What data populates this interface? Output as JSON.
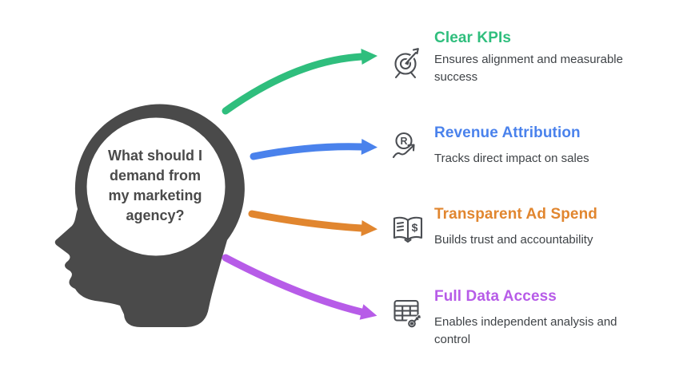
{
  "colors": {
    "background": "#FFFFFF",
    "head": "#4A4A4A",
    "icon": "#4B4E53",
    "text": "#3F4347"
  },
  "head": {
    "question": "What should I\ndemand from\nmy marketing\nagency?"
  },
  "items": [
    {
      "title": "Clear KPIs",
      "description": "Ensures alignment and measurable success",
      "color": "#2FBE7D",
      "icon": "target-arrow-icon"
    },
    {
      "title": "Revenue Attribution",
      "description": "Tracks direct impact on sales",
      "color": "#4A82EC",
      "icon": "revenue-growth-icon"
    },
    {
      "title": "Transparent Ad Spend",
      "description": "Builds trust and accountability",
      "color": "#E1862F",
      "icon": "open-book-dollar-icon"
    },
    {
      "title": "Full Data Access",
      "description": "Enables independent analysis and control",
      "color": "#B75CE8",
      "icon": "data-table-key-icon"
    }
  ]
}
